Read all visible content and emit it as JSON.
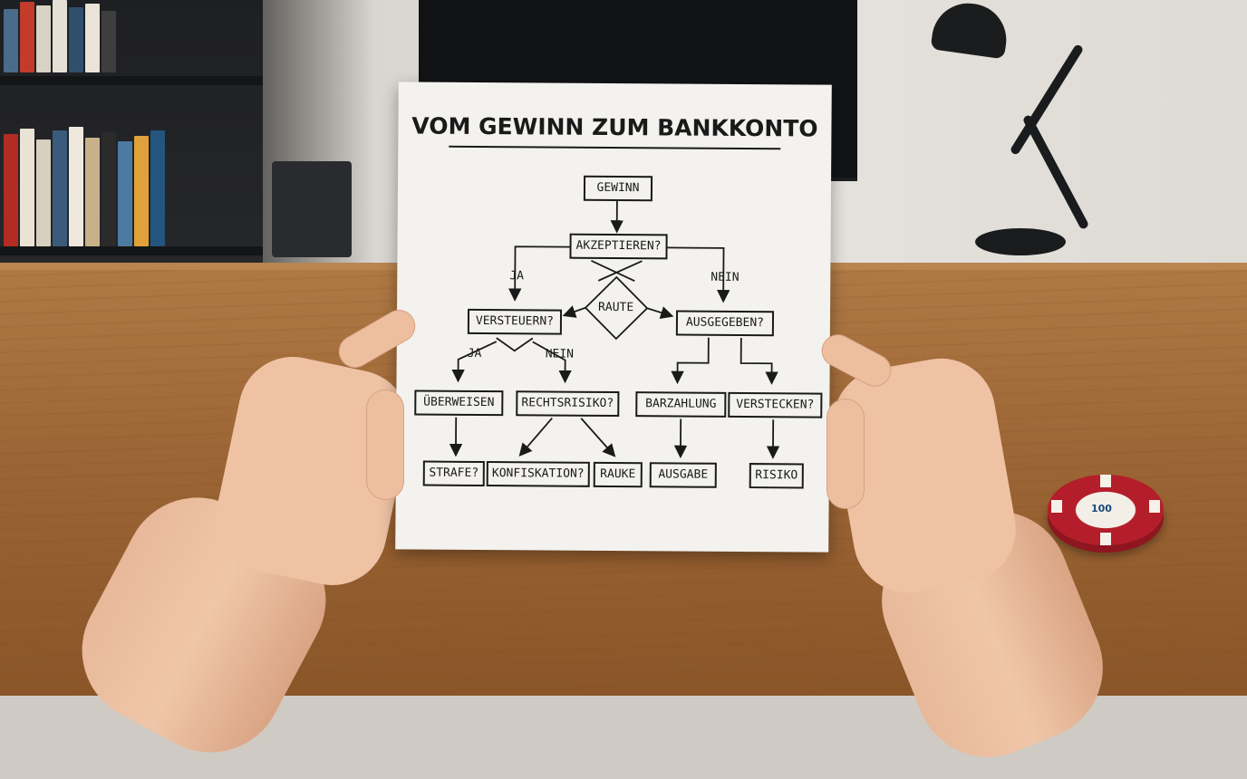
{
  "flowchart": {
    "title": "VOM GEWINN ZUM BANKKONTO",
    "nodes": {
      "gewinn": "GEWINN",
      "akzeptieren": "AKZEPTIEREN?",
      "raute": "RAUTE",
      "versteuern": "VERSTEUERN?",
      "ausgegeben": "AUSGEGEBEN?",
      "ueberweisen": "ÜBERWEISEN",
      "rechtsrisiko": "RECHTSRISIKO?",
      "barzahlung": "BARZAHLUNG",
      "verstecken": "VERSTECKEN?",
      "strafe": "STRAFE?",
      "konfiskation": "KONFISKATION?",
      "rauke": "RAUKE",
      "ausgabe": "AUSGABE",
      "risiko": "RISIKO"
    },
    "edge_labels": {
      "ja_left": "JA",
      "nein_right": "NEIN",
      "ja_versteuern": "JA",
      "nein_versteuern": "NEIN"
    }
  },
  "poker_chip": {
    "label": "100",
    "colors": {
      "rim": "#b41e2a",
      "center": "#f3efe8"
    }
  }
}
